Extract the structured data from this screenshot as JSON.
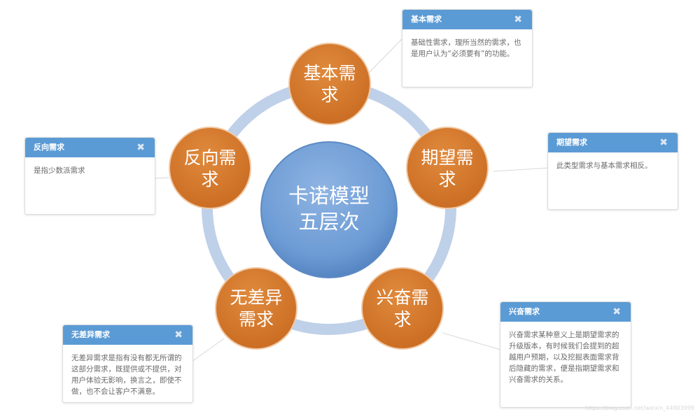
{
  "center": {
    "line1": "卡诺模型",
    "line2": "五层次"
  },
  "nodes": [
    {
      "line1": "基本需",
      "line2": "求"
    },
    {
      "line1": "期望需",
      "line2": "求"
    },
    {
      "line1": "兴奋需",
      "line2": "求"
    },
    {
      "line1": "无差异",
      "line2": "需求"
    },
    {
      "line1": "反向需",
      "line2": "求"
    }
  ],
  "cards": {
    "basic": {
      "title": "基本需求",
      "text": "基础性需求，理所当然的需求，也是用户认为“必须要有”的功能。"
    },
    "expected": {
      "title": "期望需求",
      "text": "此类型需求与基本需求相反。"
    },
    "excitement": {
      "title": "兴奋需求",
      "text": "兴奋需求某种意义上是期望需求的升级版本，有时候我们会提到的超越用户预期，以及挖掘表面需求背后隐藏的需求，便是指期望需求和兴奋需求的关系。"
    },
    "indifferent": {
      "title": "无差异需求",
      "text": "无差异需求是指有没有都无所谓的这部分需求，既提供或不提供，对用户体验无影响，换言之，即使不做，也不会让客户不满意。"
    },
    "reverse": {
      "title": "反向需求",
      "text": "是指少数派需求"
    }
  },
  "close_symbol": "✖",
  "watermark": "https://blog.csdn.net/weixin_44903999",
  "colors": {
    "node_orange": "#d4782b",
    "ring_blue": "#b8cbe6",
    "center_blue": "#6c9bd4",
    "header_blue": "#5b9bd5"
  }
}
